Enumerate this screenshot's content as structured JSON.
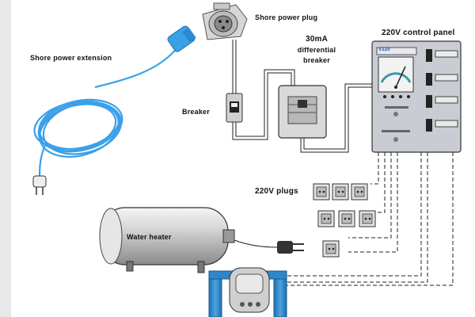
{
  "labels": {
    "shore_power_plug": "Shore power plug",
    "shore_power_extension": "Shore power extension",
    "differential_breaker_line1": "30mA",
    "differential_breaker_line2": "differential",
    "differential_breaker_line3": "breaker",
    "breaker": "Breaker",
    "control_panel": "220V control panel",
    "plugs": "220V plugs",
    "water_heater": "Water heater"
  },
  "panel": {
    "brand": "V220",
    "switch_labels": [
      "",
      "",
      "",
      ""
    ]
  },
  "colors": {
    "cable_blue": "#3aa0e8",
    "panel_grey": "#c9ccd3",
    "heater_frame_blue": "#2f86c8",
    "meter_teal": "#3a9aa8"
  },
  "icons": [
    "shore-plug-icon",
    "extension-cable-icon",
    "breaker-icon",
    "differential-breaker-icon",
    "control-panel-icon",
    "socket-icon",
    "water-heater-icon"
  ]
}
